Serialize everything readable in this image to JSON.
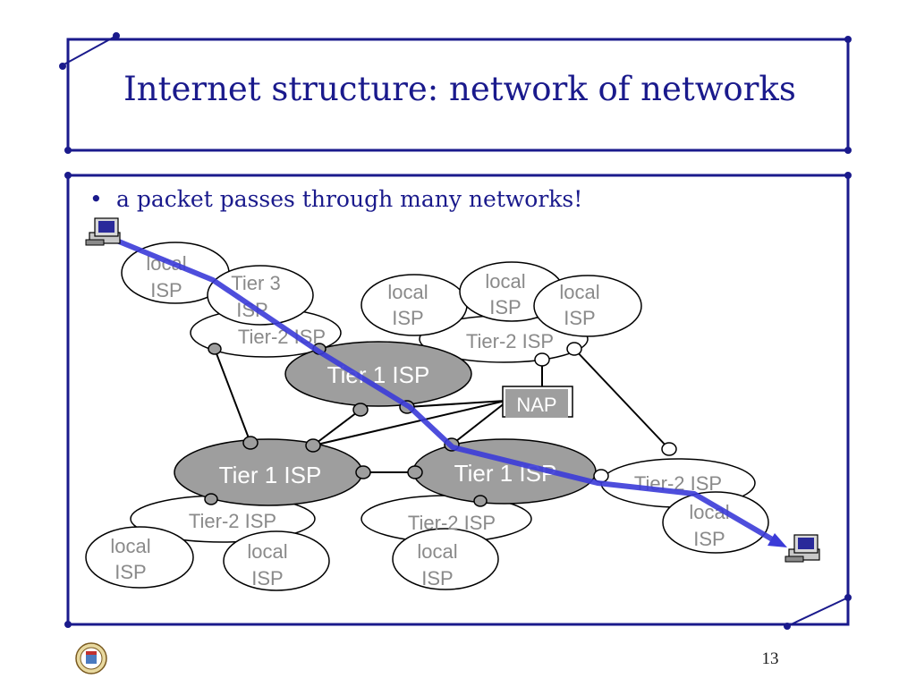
{
  "slide": {
    "title": "Internet structure: network of networks",
    "bullet": "a packet passes through many networks!",
    "page_number": "13"
  },
  "labels": {
    "local_isp": [
      "local",
      "ISP"
    ],
    "tier3_isp": [
      "Tier 3",
      "ISP"
    ],
    "tier2_isp": "Tier-2 ISP",
    "tier1_isp": "Tier 1 ISP",
    "nap": "NAP"
  },
  "colors": {
    "title": "#1a1a8c",
    "frame": "#1a1a8c",
    "tier1_fill": "#9e9e9e",
    "light_text": "#8a8a8a",
    "packet_path": "#3b3bd8"
  },
  "icons": [
    "computer-icon",
    "computer-icon",
    "university-logo"
  ]
}
